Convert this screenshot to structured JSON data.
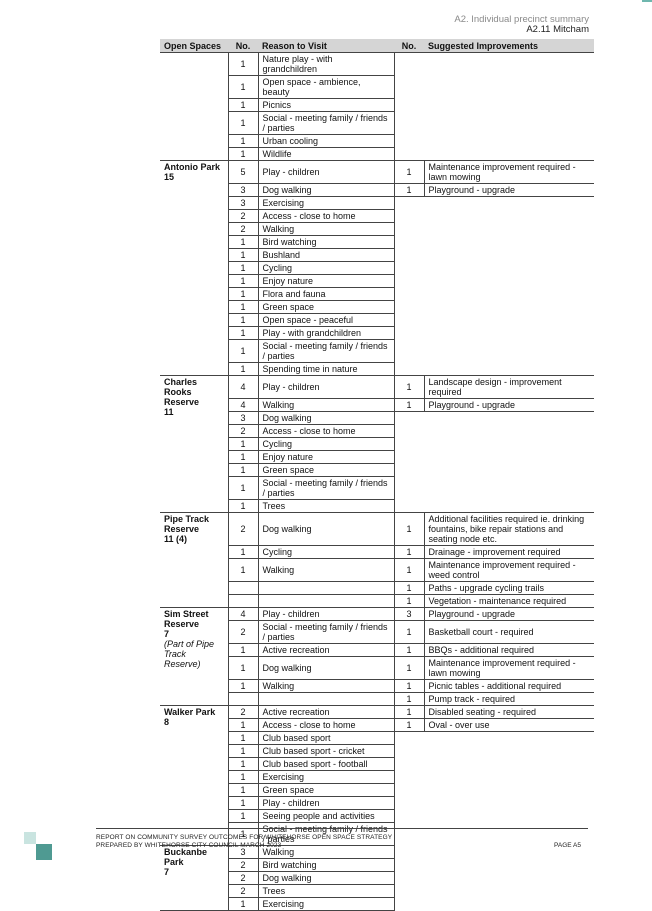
{
  "header": {
    "section": "A2. Individual precinct summary",
    "subsection": "A2.11 Mitcham"
  },
  "table": {
    "columns": [
      "Open Spaces",
      "No.",
      "Reason to Visit",
      "No.",
      "Suggested Improvements"
    ],
    "groups": [
      {
        "name": "",
        "rows": [
          {
            "n": "1",
            "reason": "Nature play - with grandchildren",
            "m": "",
            "imp": ""
          },
          {
            "n": "1",
            "reason": "Open space - ambience, beauty",
            "m": "",
            "imp": ""
          },
          {
            "n": "1",
            "reason": "Picnics",
            "m": "",
            "imp": ""
          },
          {
            "n": "1",
            "reason": "Social - meeting family / friends / parties",
            "m": "",
            "imp": ""
          },
          {
            "n": "1",
            "reason": "Urban cooling",
            "m": "",
            "imp": ""
          },
          {
            "n": "1",
            "reason": "Wildlife",
            "m": "",
            "imp": ""
          }
        ]
      },
      {
        "name": "Antonio Park",
        "count": "15",
        "rows": [
          {
            "n": "5",
            "reason": "Play - children",
            "m": "1",
            "imp": "Maintenance improvement required - lawn mowing"
          },
          {
            "n": "3",
            "reason": "Dog walking",
            "m": "1",
            "imp": "Playground - upgrade"
          },
          {
            "n": "3",
            "reason": "Exercising",
            "m": "",
            "imp": ""
          },
          {
            "n": "2",
            "reason": "Access - close to home",
            "m": "",
            "imp": ""
          },
          {
            "n": "2",
            "reason": "Walking",
            "m": "",
            "imp": ""
          },
          {
            "n": "1",
            "reason": "Bird watching",
            "m": "",
            "imp": ""
          },
          {
            "n": "1",
            "reason": "Bushland",
            "m": "",
            "imp": ""
          },
          {
            "n": "1",
            "reason": "Cycling",
            "m": "",
            "imp": ""
          },
          {
            "n": "1",
            "reason": "Enjoy nature",
            "m": "",
            "imp": ""
          },
          {
            "n": "1",
            "reason": "Flora and fauna",
            "m": "",
            "imp": ""
          },
          {
            "n": "1",
            "reason": "Green space",
            "m": "",
            "imp": ""
          },
          {
            "n": "1",
            "reason": "Open space - peaceful",
            "m": "",
            "imp": ""
          },
          {
            "n": "1",
            "reason": "Play - with grandchildren",
            "m": "",
            "imp": ""
          },
          {
            "n": "1",
            "reason": "Social - meeting family / friends / parties",
            "m": "",
            "imp": ""
          },
          {
            "n": "1",
            "reason": "Spending time in nature",
            "m": "",
            "imp": ""
          }
        ]
      },
      {
        "name": "Charles Rooks Reserve",
        "count": "11",
        "rows": [
          {
            "n": "4",
            "reason": "Play - children",
            "m": "1",
            "imp": "Landscape design - improvement required"
          },
          {
            "n": "4",
            "reason": "Walking",
            "m": "1",
            "imp": "Playground - upgrade"
          },
          {
            "n": "3",
            "reason": "Dog walking",
            "m": "",
            "imp": ""
          },
          {
            "n": "2",
            "reason": "Access - close to home",
            "m": "",
            "imp": ""
          },
          {
            "n": "1",
            "reason": "Cycling",
            "m": "",
            "imp": ""
          },
          {
            "n": "1",
            "reason": "Enjoy nature",
            "m": "",
            "imp": ""
          },
          {
            "n": "1",
            "reason": "Green space",
            "m": "",
            "imp": ""
          },
          {
            "n": "1",
            "reason": "Social - meeting family / friends / parties",
            "m": "",
            "imp": ""
          },
          {
            "n": "1",
            "reason": "Trees",
            "m": "",
            "imp": ""
          }
        ]
      },
      {
        "name": "Pipe Track Reserve",
        "count": "11 (4)",
        "rows": [
          {
            "n": "2",
            "reason": "Dog walking",
            "m": "1",
            "imp": "Additional facilities required ie. drinking fountains, bike repair stations and seating node etc."
          },
          {
            "n": "1",
            "reason": "Cycling",
            "m": "1",
            "imp": "Drainage - improvement required"
          },
          {
            "n": "1",
            "reason": "Walking",
            "m": "1",
            "imp": "Maintenance improvement required - weed control"
          },
          {
            "n": "",
            "reason": "",
            "m": "1",
            "imp": "Paths - upgrade cycling trails"
          },
          {
            "n": "",
            "reason": "",
            "m": "1",
            "imp": "Vegetation - maintenance required"
          }
        ]
      },
      {
        "name": "Sim Street Reserve",
        "count": "7",
        "note": "(Part of Pipe Track Reserve)",
        "rows": [
          {
            "n": "4",
            "reason": "Play - children",
            "m": "3",
            "imp": "Playground - upgrade"
          },
          {
            "n": "2",
            "reason": "Social - meeting family / friends / parties",
            "m": "1",
            "imp": "Basketball court - required"
          },
          {
            "n": "1",
            "reason": "Active recreation",
            "m": "1",
            "imp": "BBQs - additional required"
          },
          {
            "n": "1",
            "reason": "Dog walking",
            "m": "1",
            "imp": "Maintenance improvement required - lawn mowing"
          },
          {
            "n": "1",
            "reason": "Walking",
            "m": "1",
            "imp": "Picnic tables - additional required"
          },
          {
            "n": "",
            "reason": "",
            "m": "1",
            "imp": "Pump track - required"
          }
        ]
      },
      {
        "name": "Walker Park",
        "count": "8",
        "rows": [
          {
            "n": "2",
            "reason": "Active recreation",
            "m": "1",
            "imp": "Disabled seating - required"
          },
          {
            "n": "1",
            "reason": "Access - close to home",
            "m": "1",
            "imp": "Oval - over use"
          },
          {
            "n": "1",
            "reason": "Club based sport",
            "m": "",
            "imp": ""
          },
          {
            "n": "1",
            "reason": "Club based sport - cricket",
            "m": "",
            "imp": ""
          },
          {
            "n": "1",
            "reason": "Club based sport - football",
            "m": "",
            "imp": ""
          },
          {
            "n": "1",
            "reason": "Exercising",
            "m": "",
            "imp": ""
          },
          {
            "n": "1",
            "reason": "Green space",
            "m": "",
            "imp": ""
          },
          {
            "n": "1",
            "reason": "Play - children",
            "m": "",
            "imp": ""
          },
          {
            "n": "1",
            "reason": "Seeing people and activities",
            "m": "",
            "imp": ""
          },
          {
            "n": "1",
            "reason": "Social - meeting family / friends / parties",
            "m": "",
            "imp": ""
          }
        ]
      },
      {
        "name": "Buckanbe Park",
        "count": "7",
        "rows": [
          {
            "n": "3",
            "reason": "Walking",
            "m": "",
            "imp": ""
          },
          {
            "n": "2",
            "reason": "Bird watching",
            "m": "",
            "imp": ""
          },
          {
            "n": "2",
            "reason": "Dog walking",
            "m": "",
            "imp": ""
          },
          {
            "n": "2",
            "reason": "Trees",
            "m": "",
            "imp": ""
          },
          {
            "n": "1",
            "reason": "Exercising",
            "m": "",
            "imp": ""
          }
        ]
      }
    ]
  },
  "footer": {
    "line1": "REPORT ON COMMUNITY SURVEY OUTCOMES FOR WHITEHORSE OPEN SPACE STRATEGY",
    "line2": "PREPARED BY WHITEHORSE CITY COUNCIL MARCH 2023",
    "page": "PAGE A5"
  },
  "colors": {
    "header_fill": "#d5d5d5",
    "rule": "#444444",
    "logo_light": "#c9e4e0",
    "logo_dark": "#4f9a92"
  }
}
